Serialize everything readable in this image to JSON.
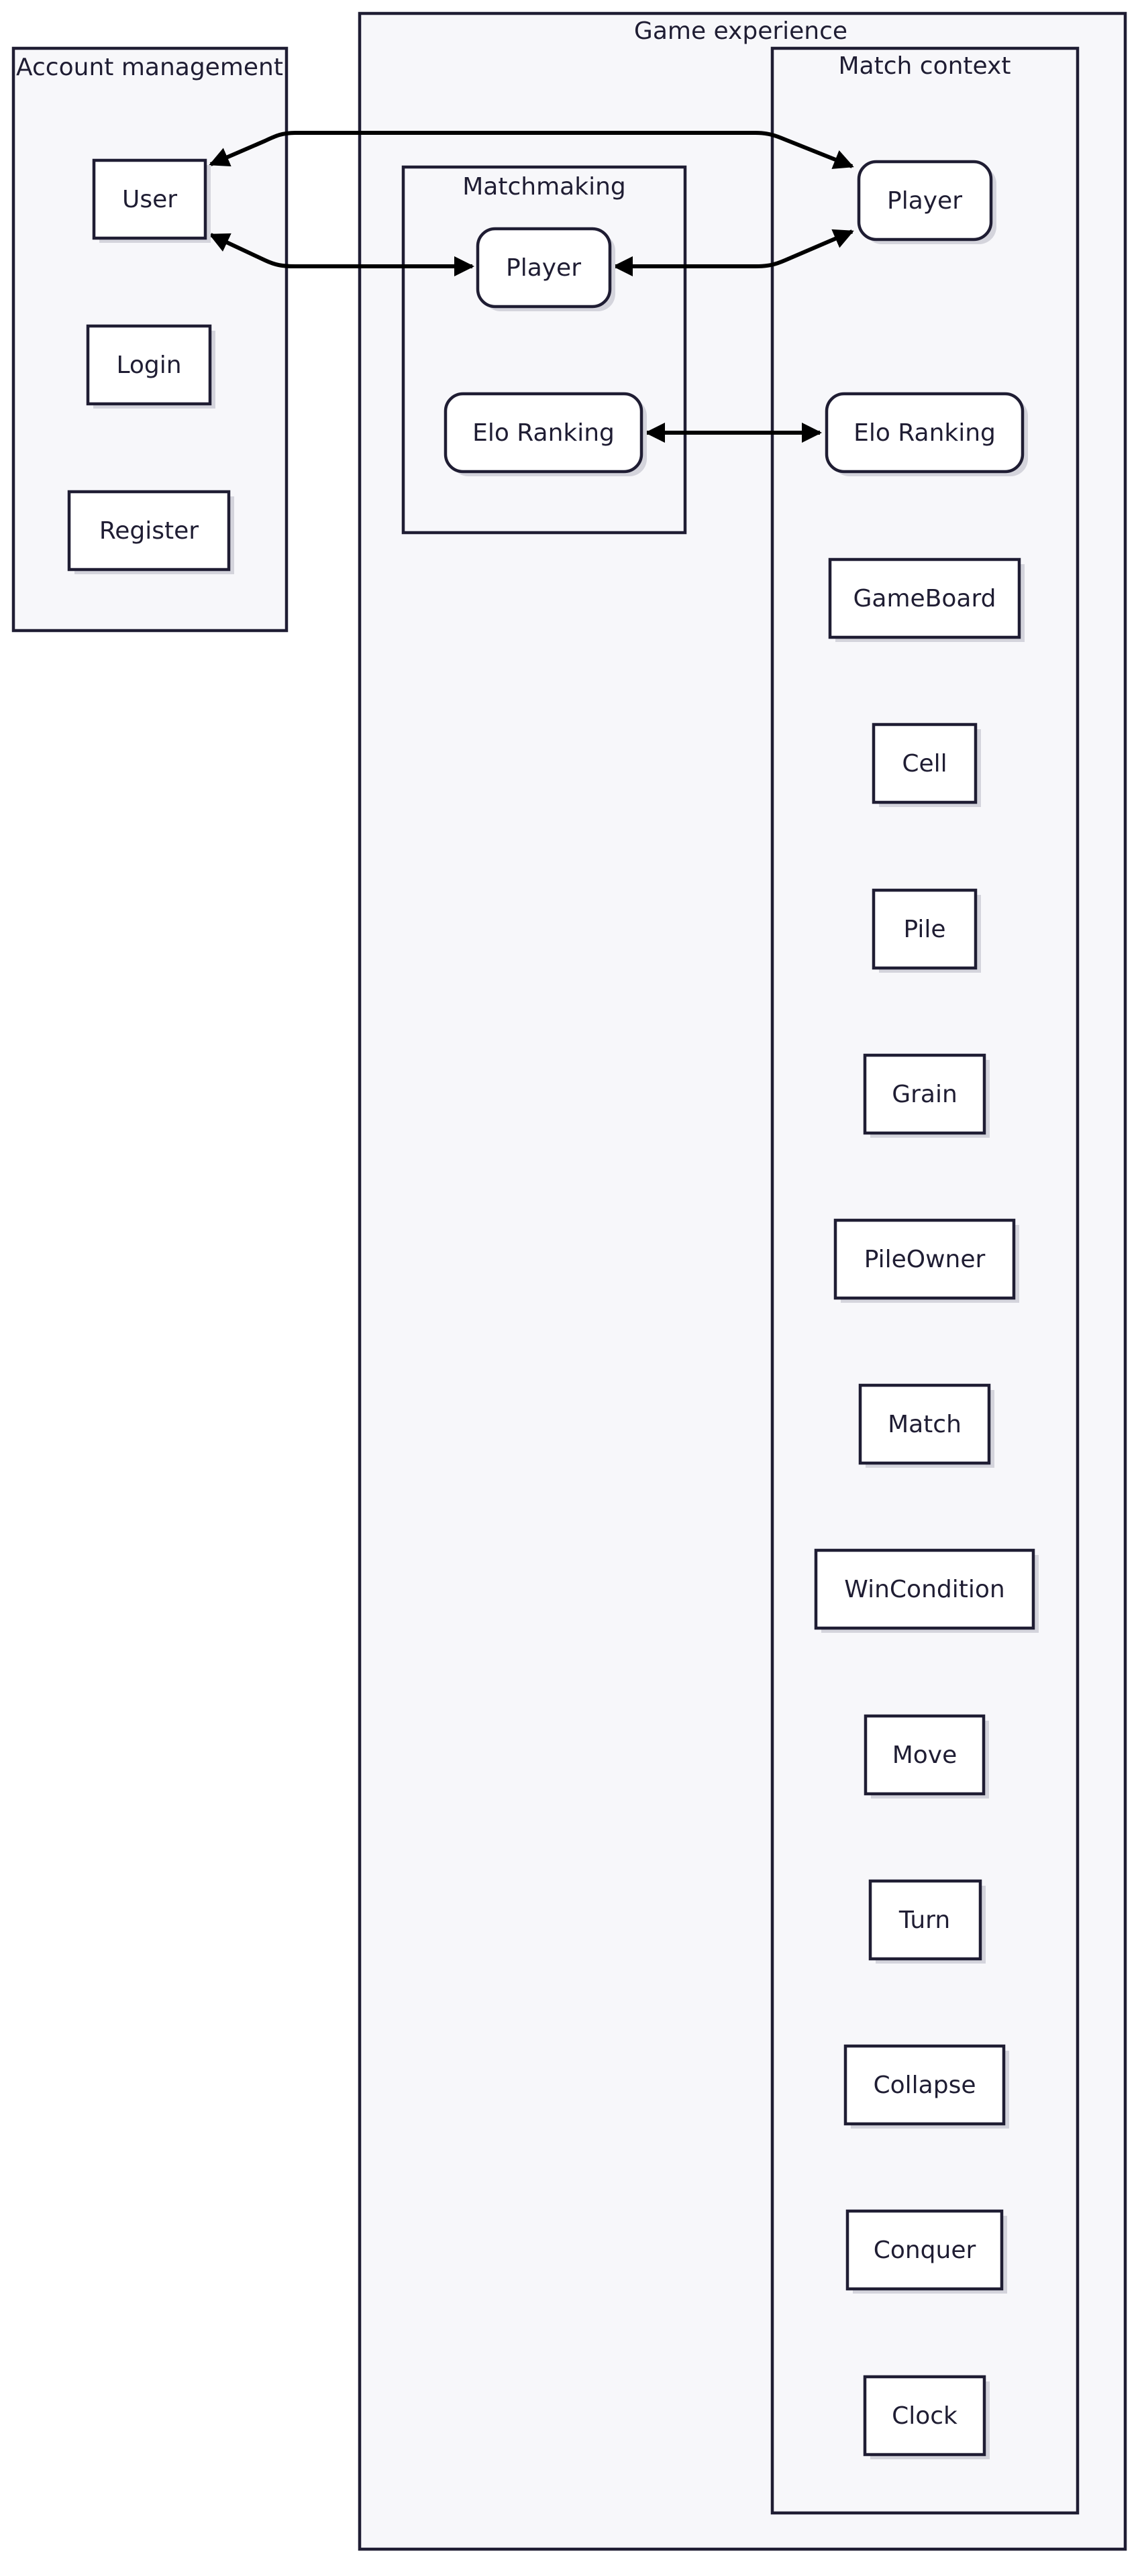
{
  "clusters": {
    "account_management": "Account management",
    "game_experience": "Game experience",
    "matchmaking": "Matchmaking",
    "match_context": "Match context"
  },
  "nodes": {
    "user": "User",
    "login": "Login",
    "register": "Register",
    "mm_player": "Player",
    "mm_elo": "Elo Ranking",
    "mc_player": "Player",
    "mc_elo": "Elo Ranking",
    "gameboard": "GameBoard",
    "cell": "Cell",
    "pile": "Pile",
    "grain": "Grain",
    "pileowner": "PileOwner",
    "match": "Match",
    "wincondition": "WinCondition",
    "move": "Move",
    "turn": "Turn",
    "collapse": "Collapse",
    "conquer": "Conquer",
    "clock": "Clock"
  },
  "colors": {
    "cluster_fill": "#f7f7fa",
    "stroke": "#1f1d33",
    "edge": "#000000"
  }
}
